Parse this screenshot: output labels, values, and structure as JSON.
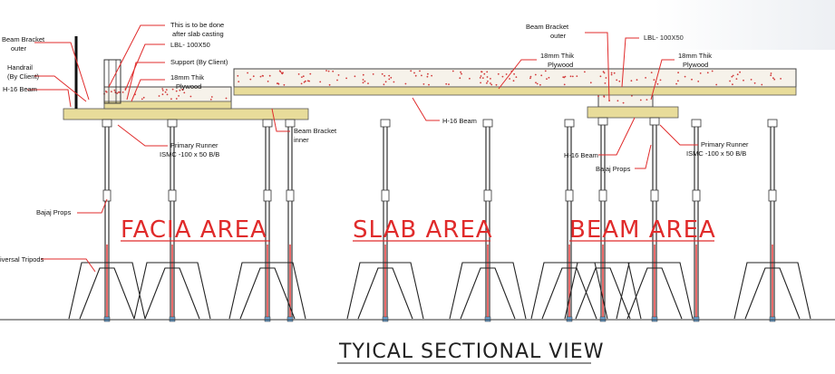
{
  "labels": {
    "beam_bracket_outer_left": [
      "Beam Bracket",
      "outer"
    ],
    "handrail": [
      "Handrail",
      "(By Client)"
    ],
    "h16_beam_left": "H-16 Beam",
    "todo_note": [
      "This is to be done",
      "after slab casting"
    ],
    "lbl_left": "LBL- 100X50",
    "support": "Support (By Client)",
    "plywood_left": [
      "18mm Thik",
      "Plywood"
    ],
    "beam_bracket_inner": [
      "Beam Bracket",
      "inner"
    ],
    "primary_runner_left": [
      "Primary Runner",
      "ISMC -100 x 50 B/B"
    ],
    "bajaj_props_left": "Bajaj Props",
    "universal_tripods": "iversal Tripods",
    "h16_beam_mid": "H-16 Beam",
    "beam_bracket_outer_right": [
      "Beam Bracket",
      "outer"
    ],
    "plywood_mid": [
      "18mm Thik",
      "Plywood"
    ],
    "lbl_right": "LBL- 100X50",
    "plywood_right": [
      "18mm Thik",
      "Plywood"
    ],
    "h16_beam_right": "H-16 Beam",
    "bajaj_props_right": "Bajaj Props",
    "primary_runner_right": [
      "Primary Runner",
      "ISMC -100 x 50 B/B"
    ]
  },
  "areas": {
    "facia": "FACIA AREA",
    "slab": "SLAB AREA",
    "beam": "BEAM AREA"
  },
  "title": "TYICAL SECTIONAL VIEW",
  "colors": {
    "leader": "#e02b2b",
    "beam": "#e8dc9a",
    "concrete": "#f6f2ea"
  }
}
